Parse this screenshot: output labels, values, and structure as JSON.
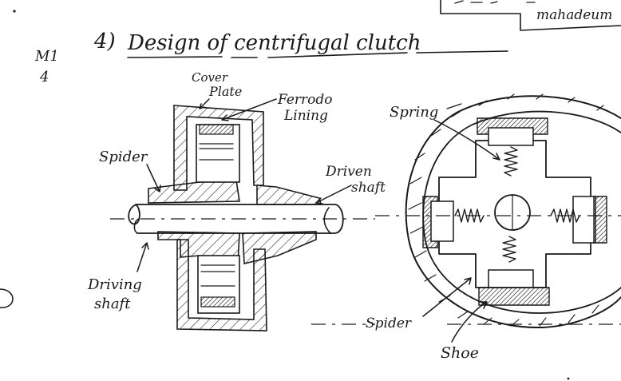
{
  "header": {
    "number": "4)",
    "title": "Design of centrifugal clutch",
    "margin_top": "M1",
    "margin_bottom": "4",
    "corner_text": "mahadeum"
  },
  "labels": {
    "cover_plate_line1": "Cover",
    "cover_plate_line2": "Plate",
    "ferrodo_line1": "Ferrodo",
    "ferrodo_line2": "Lining",
    "spider_left": "Spider",
    "driven_line1": "Driven",
    "driven_line2": "shaft",
    "driving_line1": "Driving",
    "driving_line2": "shaft",
    "spring": "Spring",
    "spider_right": "Spider",
    "shoe": "Shoe"
  },
  "colors": {
    "ink": "#1a1a1a",
    "paper": "#ffffff"
  }
}
